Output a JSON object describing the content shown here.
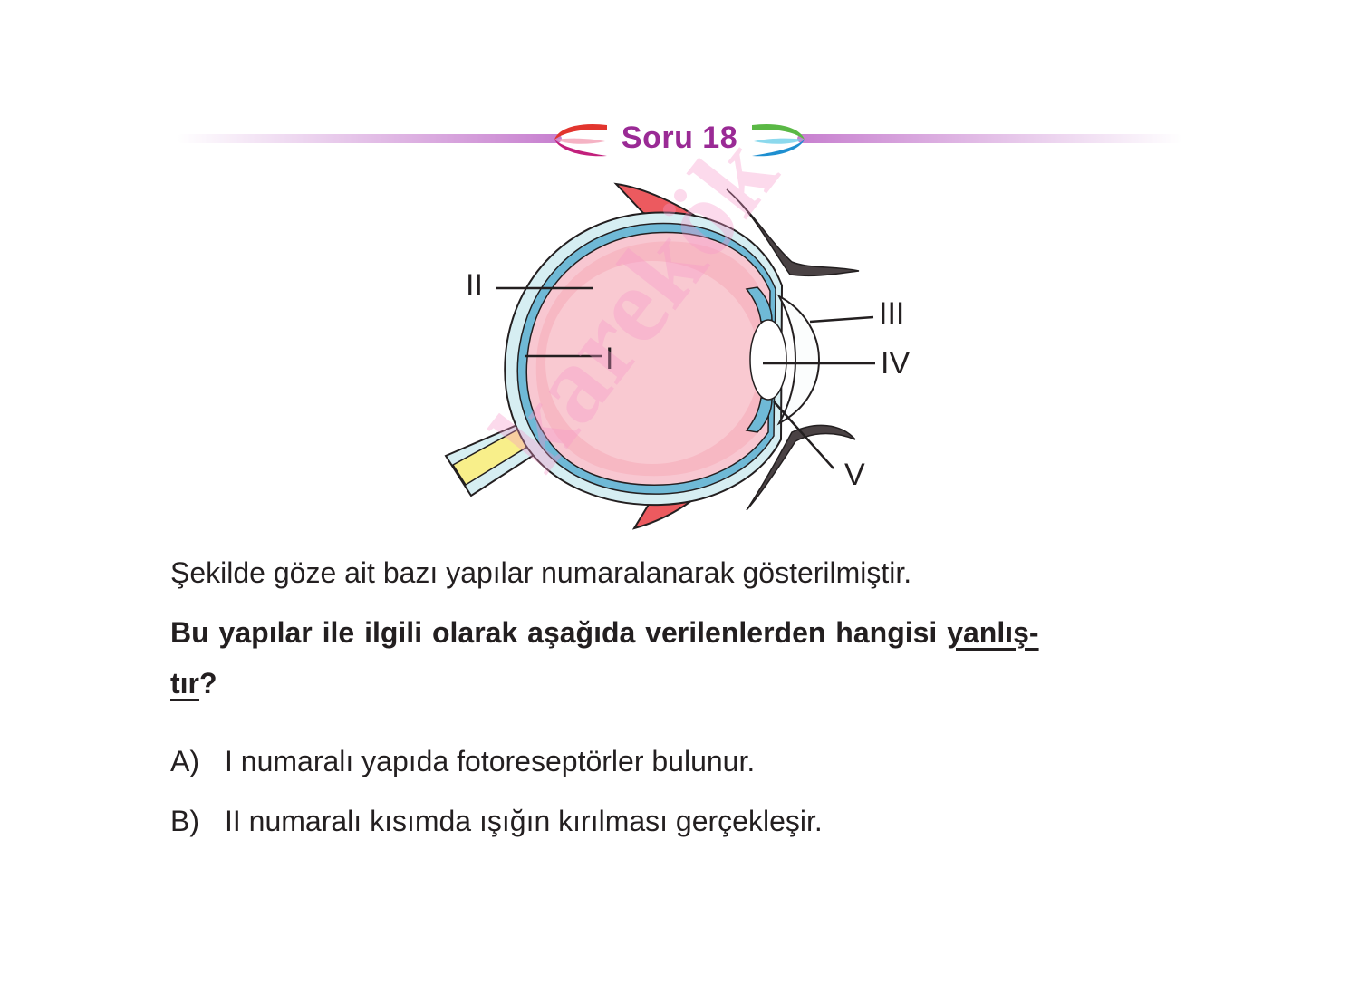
{
  "header": {
    "title": "Soru 18"
  },
  "diagram": {
    "labels": {
      "i": "I",
      "ii": "II",
      "iii": "III",
      "iv": "IV",
      "v": "V"
    }
  },
  "watermark": "karekök",
  "text": {
    "intro": "Şekilde göze ait bazı yapılar numaralanarak gösterilmiştir.",
    "question_part1": "Bu yapılar ile ilgili olarak aşağıda verilenlerden hangisi ",
    "question_underlined1": "yanlış-",
    "question_underlined2": "tır",
    "question_end": "?"
  },
  "options": [
    {
      "letter": "A)",
      "text": "I numaralı yapıda fotoreseptörler bulunur."
    },
    {
      "letter": "B)",
      "text": "II numaralı kısımda ışığın kırılması gerçekleşir."
    }
  ],
  "colors": {
    "title": "#9a2a95",
    "header_line": "#c77fcf",
    "vitreous": "#f7b8c3",
    "sclera": "#d6eef2",
    "choroid": "#6fb9d6",
    "optic_nerve": "#f8ef8a",
    "muscle": "#ec5a5f"
  }
}
